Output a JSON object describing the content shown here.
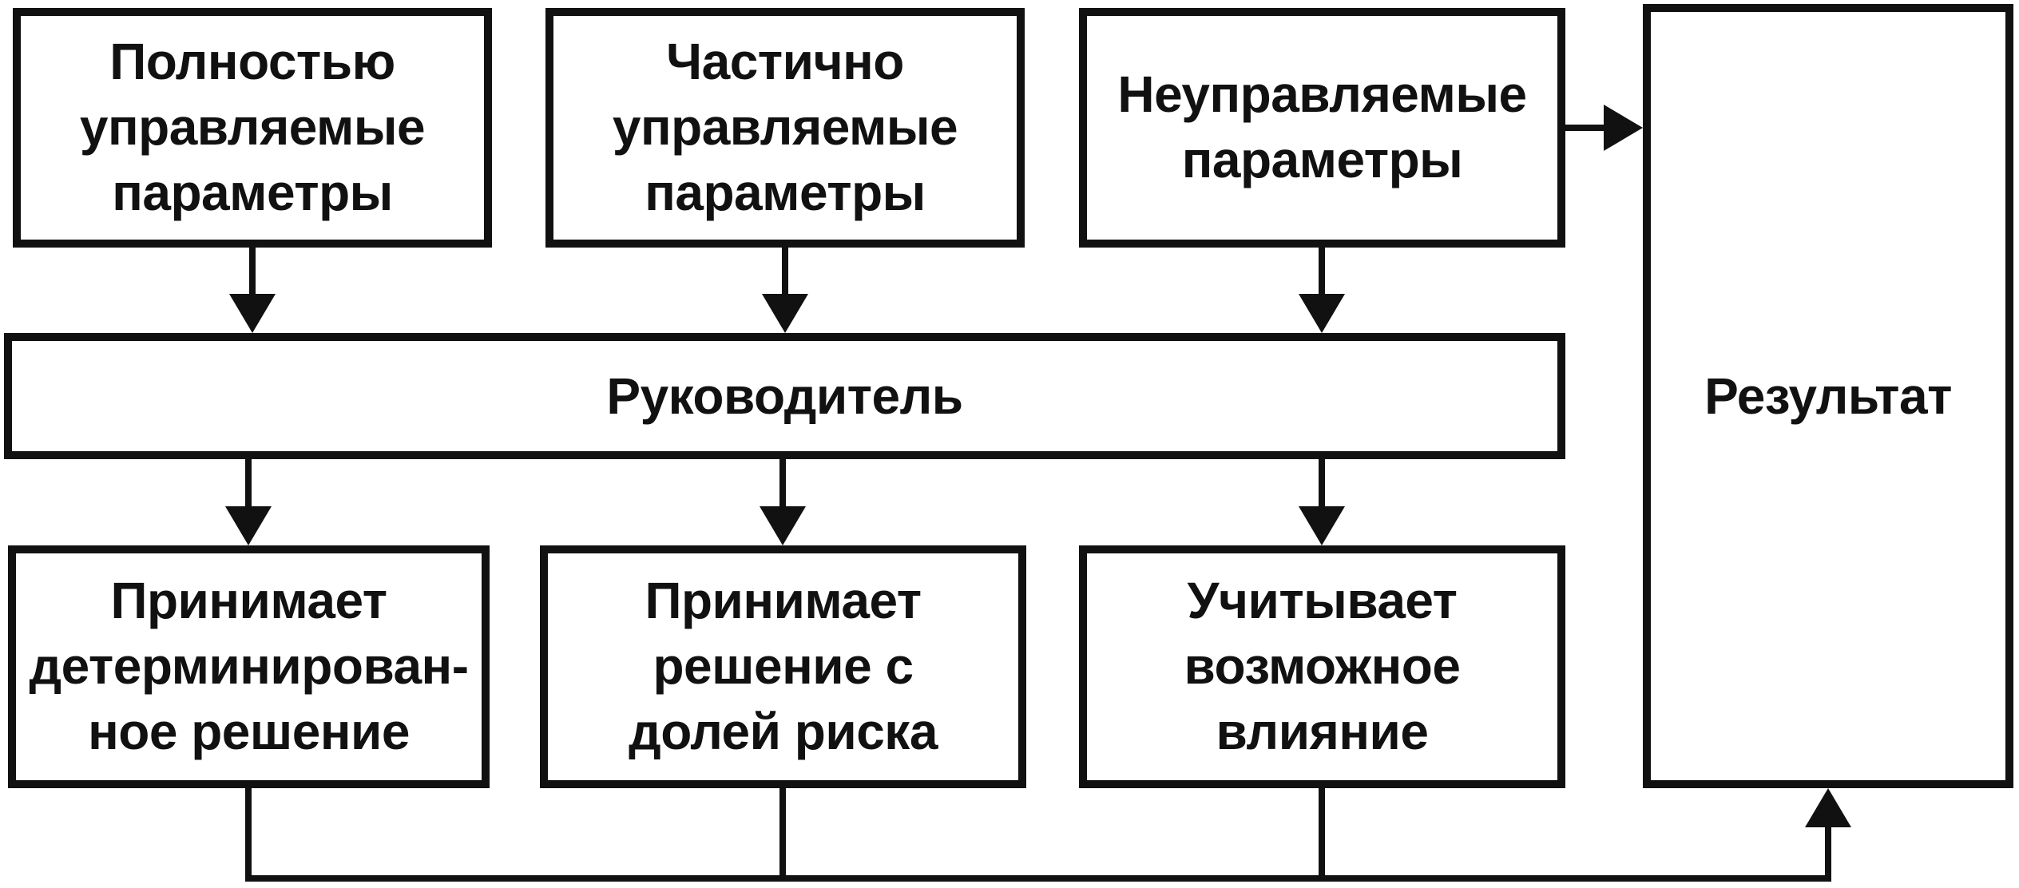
{
  "boxes": {
    "fully_controlled": "Полностью\nуправляемые\nпараметры",
    "partially_controlled": "Частично\nуправляемые\nпараметры",
    "uncontrolled": "Неуправляемые\nпараметры",
    "manager": "Руководитель",
    "deterministic_decision": "Принимает\nдетерминирован-\nное решение",
    "risk_decision": "Принимает\nрешение с\nдолей риска",
    "possible_influence": "Учитывает\nвозможное\nвлияние",
    "result": "Результат"
  },
  "colors": {
    "ink": "#111111",
    "background": "#ffffff"
  }
}
